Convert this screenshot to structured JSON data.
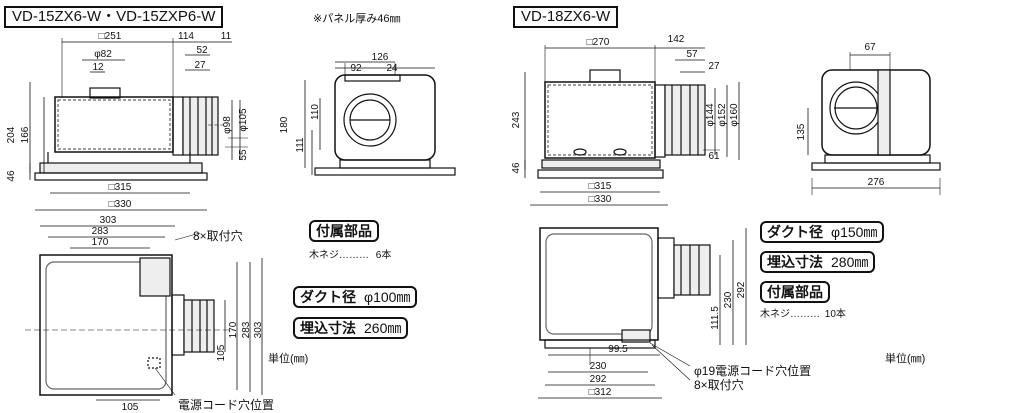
{
  "left": {
    "model_title": "VD-15ZX6-W・VD-15ZXP6-W",
    "panel_note": "※パネル厚み46㎜",
    "dims": {
      "d251": "□251",
      "d114": "114",
      "d11": "11",
      "d52": "52",
      "d27": "27",
      "phi82": "φ82",
      "d12": "12",
      "d204": "204",
      "d166": "166",
      "d46": "46",
      "phi98": "φ98",
      "phi105": "φ105",
      "d55": "55",
      "d126": "126",
      "d92": "92",
      "d24": "24",
      "d180": "180",
      "d110": "110",
      "d111": "111",
      "d315": "□315",
      "d330": "□330",
      "d303": "303",
      "d283": "283",
      "d170": "170",
      "d105v": "105",
      "d170v": "170",
      "d283v": "283",
      "d303v": "303",
      "d105b": "105"
    },
    "mount_holes": "8×取付穴",
    "cord_hole": "電源コード穴位置",
    "unit": "単位(㎜)",
    "accessories_label": "付属部品",
    "screw_text": "木ネジ………",
    "screw_count": "6本",
    "duct_label": "ダクト径",
    "duct_value": "φ100㎜",
    "embed_label": "埋込寸法",
    "embed_value": "260㎜"
  },
  "right": {
    "model_title": "VD-18ZX6-W",
    "dims": {
      "d270": "□270",
      "d142": "142",
      "d57": "57",
      "d27": "27",
      "d243": "243",
      "d46": "46",
      "phi144": "φ144",
      "phi152": "φ152",
      "phi160": "φ160",
      "d61": "61",
      "d67": "67",
      "d135": "135",
      "d276": "276",
      "d315": "□315",
      "d330": "□330",
      "d230v": "230",
      "d292v": "292",
      "d1115": "111.5",
      "d995": "99.5",
      "d230": "230",
      "d292": "292",
      "d312": "□312"
    },
    "duct_label": "ダクト径",
    "duct_value": "φ150㎜",
    "embed_label": "埋込寸法",
    "embed_value": "280㎜",
    "accessories_label": "付属部品",
    "screw_text": "木ネジ………",
    "screw_count": "10本",
    "unit": "単位(㎜)",
    "cord_hole": "φ19電源コード穴位置",
    "mount_holes": "8×取付穴"
  },
  "colors": {
    "line": "#111111",
    "gray": "#9a9a9a",
    "shade": "#d8d8d8"
  }
}
